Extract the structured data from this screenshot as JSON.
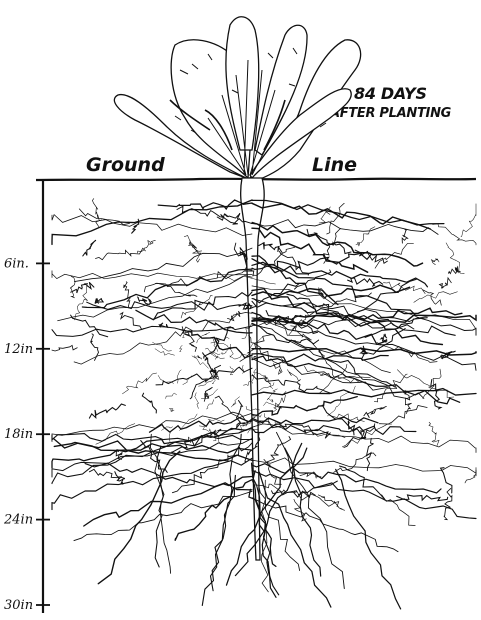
{
  "caption": {
    "line1": "84 DAYS",
    "line2": "AFTER PLANTING"
  },
  "ground": {
    "left_label": "Ground",
    "right_label": "Line"
  },
  "depth_scale": {
    "unit": "in",
    "ticks": [
      {
        "value": 6,
        "label": "6in."
      },
      {
        "value": 12,
        "label": "12in"
      },
      {
        "value": 18,
        "label": "18in"
      },
      {
        "value": 24,
        "label": "24in"
      },
      {
        "value": 30,
        "label": "30in"
      }
    ],
    "range": [
      0,
      30
    ]
  },
  "colors": {
    "ink": "#111111",
    "paper": "#ffffff"
  }
}
